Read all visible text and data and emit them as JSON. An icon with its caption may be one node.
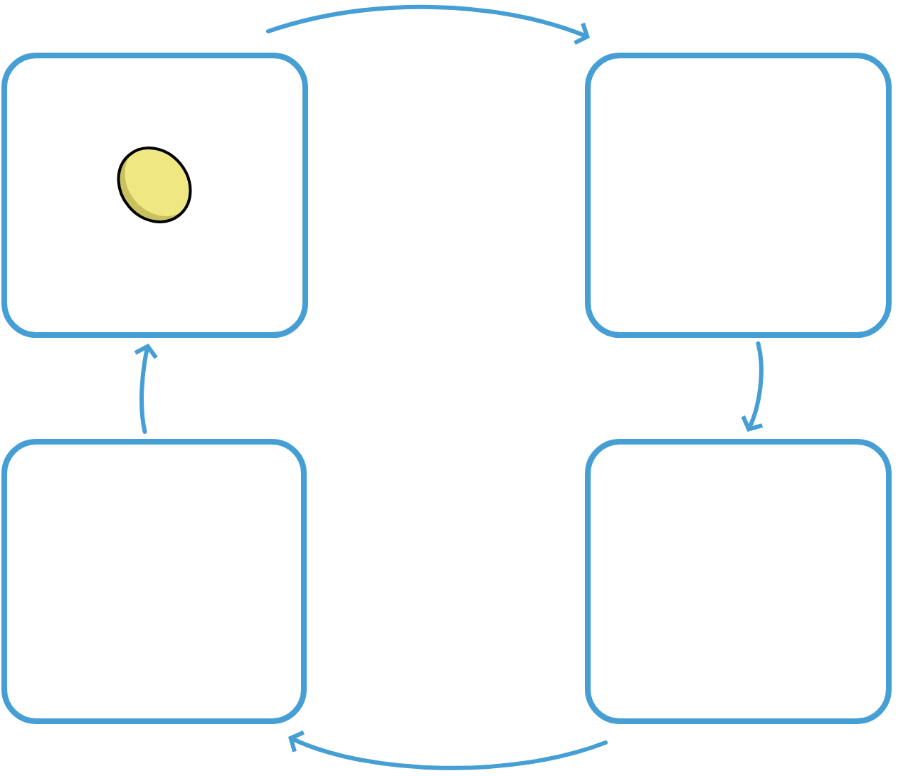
{
  "diagram": {
    "nodes": [
      {
        "text": [],
        "shape": "box"
      },
      {
        "text": [],
        "shape": "box"
      },
      {
        "text": [],
        "shape": "box"
      },
      {
        "text": [],
        "shape": "box"
      }
    ],
    "edges": [
      {
        "from": 0,
        "to": 1,
        "arrow": "to"
      },
      {
        "from": 1,
        "to": 3,
        "arrow": "to"
      },
      {
        "from": 3,
        "to": 2,
        "arrow": "to"
      },
      {
        "from": 2,
        "to": 0,
        "arrow": "to"
      }
    ]
  }
}
